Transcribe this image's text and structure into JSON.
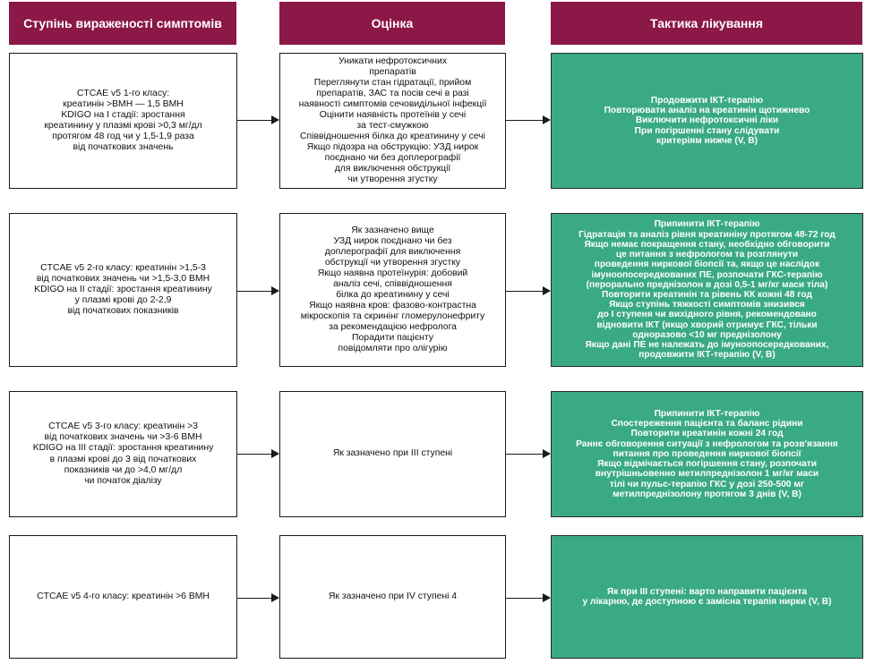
{
  "colors": {
    "header": "#8b1846",
    "accent": "#3aaa83"
  },
  "headers": {
    "col1": "Ступінь вираженості симптомів",
    "col2": "Оцінка",
    "col3": "Тактика лікування"
  },
  "rows": [
    {
      "grade": [
        "CTCAE v5 1-го класу:",
        "креатинін >ВМН — 1,5 ВМН",
        "KDIGO на I стадії: зростання",
        "креатинину у плазмі крові >0,3 мг/дл",
        "протягом 48 год чи у 1,5-1,9 раза",
        "від початкових значень"
      ],
      "assessment": [
        "Уникати нефротоксичних",
        "препаратів",
        "Переглянути стан гідратації, прийом",
        "препаратів, ЗАС та посів сечі в разі",
        "наявності симптомів сечовидільної інфекції",
        "Оцінити наявність протеїнів у сечі",
        "за тест-смужкою",
        "Співвідношення білка до креатинину у сечі",
        "Якщо підозра на обструкцію: УЗД нирок",
        "поєднано чи без доплерографії",
        "для виключення обструкції",
        "чи утворення згустку"
      ],
      "tactics": [
        "Продовжити ІКТ-терапію",
        "Повторювати аналіз на креатинін щотижнево",
        "Виключити нефротоксичні ліки",
        "При погіршенні стану слідувати",
        "критеріям нижче (V, B)"
      ]
    },
    {
      "grade": [
        "CTCAE v5 2-го класу: креатинін >1,5-3",
        "від початкових значень чи >1,5-3,0 ВМН",
        "KDIGO на II стадії: зростання креатинину",
        "у плазмі крові до 2-2,9",
        "від початкових показників"
      ],
      "assessment": [
        "Як зазначено вище",
        "УЗД нирок поєднано чи без",
        "доплерографії для виключення",
        "обструкції чи утворення згустку",
        "Якщо наявна протеїнурія: добовий",
        "аналіз сечі, співвідношення",
        "білка до креатинину у сечі",
        "Якщо наявна кров: фазово-контрастна",
        "мікроскопія та скринінг гломерулонефриту",
        "за рекомендацією нефролога",
        "Порадити пацієнту",
        "повідомляти про олігурію"
      ],
      "tactics": [
        "Припинити ІКТ-терапію",
        "Гідратація та аналіз рівня креатиніну протягом 48-72 год",
        "Якщо немає покращення стану, необхідно обговорити",
        "це питання з нефрологом та розглянути",
        "проведення ниркової біопсії та, якщо це наслідок",
        "імуноопосередкованих ПЕ, розпочати ГКС-терапію",
        "(перорально преднізолон в дозі 0,5-1 мг/кг маси тіла)",
        "Повторити креатинін та рівень КК кожні 48 год",
        "Якщо ступінь тяжкості симптомів знизився",
        "до I ступеня чи вихідного рівня, рекомендовано",
        "відновити ІКТ (якщо хворий отримує ГКС, тільки",
        "одноразово <10 мг преднізолону",
        "Якщо дані ПЕ не належать до імуноопосередкованих,",
        "продовжити ІКТ-терапію (V, B)"
      ]
    },
    {
      "grade": [
        "CTCAE v5 3-го класу: креатинін >3",
        "від початкових значень чи >3-6 ВМН",
        "KDIGO на III стадії: зростання креатинину",
        "в плазмі крові до 3 від початкових",
        "показників чи до >4,0 мг/дл",
        "чи початок діалізу"
      ],
      "assessment": [
        "Як зазначено при ІІІ ступені"
      ],
      "tactics": [
        "Припинити ІКТ-терапію",
        "Спостереження пацієнта та баланс рідини",
        "Повторити креатинін кожні 24 год",
        "Раннє обговорення ситуації з нефрологом та розв'язання",
        "питання про проведення ниркової біопсії",
        "Якщо відмічається погіршення стану, розпочати",
        "внутрішньовенно метилпреднізолон 1 мг/кг маси",
        "тілі чи пульс-терапію ГКС у дозі 250-500 мг",
        "метилпреднізолону протягом 3 днів (V, B)"
      ]
    },
    {
      "grade": [
        "CTCAE v5 4-го класу: креатинін >6 ВМН"
      ],
      "assessment": [
        "Як зазначено при IV ступені 4"
      ],
      "tactics": [
        "Як при ІІІ ступені: варто направити пацієнта",
        "у лікарню, де доступною є замісна терапія нирки (V, B)"
      ]
    }
  ]
}
